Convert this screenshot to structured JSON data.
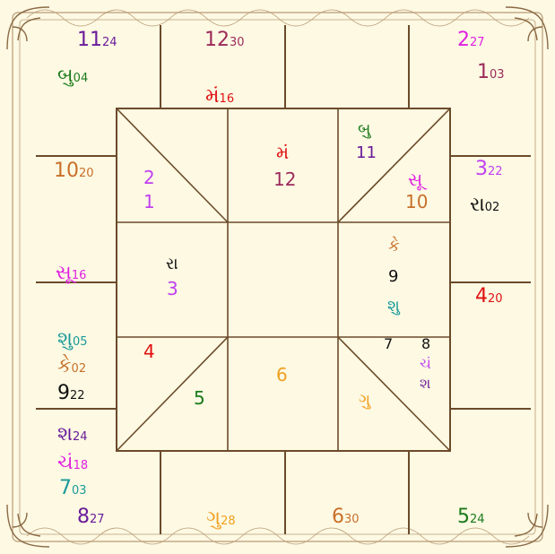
{
  "colors": {
    "background": "#fdf9e3",
    "line": "#6b4b2a",
    "border_ornament": "#b89a74"
  },
  "outer": [
    {
      "name": "house11",
      "main": "11",
      "sub": "24",
      "color": "#6a1b9a"
    },
    {
      "name": "budh-outer",
      "main": "બુ",
      "sub": "04",
      "color": "#1b7a1b"
    },
    {
      "name": "house12",
      "main": "12",
      "sub": "30",
      "color": "#9c2a5a"
    },
    {
      "name": "mangal-outer",
      "main": "મં",
      "sub": "16",
      "color": "#e01010"
    },
    {
      "name": "house2",
      "main": "2",
      "sub": "27",
      "color": "#e020e0"
    },
    {
      "name": "house1-outer",
      "main": "1",
      "sub": "03",
      "color": "#9c2a5a"
    },
    {
      "name": "house10",
      "main": "10",
      "sub": "20",
      "color": "#c8702a"
    },
    {
      "name": "surya-outer",
      "main": "સૂ",
      "sub": "16",
      "color": "#e020e0"
    },
    {
      "name": "house3-outer",
      "main": "3",
      "sub": "22",
      "color": "#c040f0"
    },
    {
      "name": "rahu-outer",
      "main": "રા",
      "sub": "02",
      "color": "#111111"
    },
    {
      "name": "house4-outer",
      "main": "4",
      "sub": "20",
      "color": "#e01010"
    },
    {
      "name": "shukra-outer",
      "main": "શુ",
      "sub": "05",
      "color": "#1a9a9a"
    },
    {
      "name": "ketu-outer",
      "main": "કે",
      "sub": "02",
      "color": "#c8702a"
    },
    {
      "name": "house9",
      "main": "9",
      "sub": "22",
      "color": "#111111"
    },
    {
      "name": "shani-outer",
      "main": "શ",
      "sub": "24",
      "color": "#6a1b9a"
    },
    {
      "name": "chandra-outer",
      "main": "ચં",
      "sub": "18",
      "color": "#e020e0"
    },
    {
      "name": "house7",
      "main": "7",
      "sub": "03",
      "color": "#1a9a9a"
    },
    {
      "name": "house8",
      "main": "8",
      "sub": "27",
      "color": "#6a1b9a"
    },
    {
      "name": "guru-outer",
      "main": "ગુ",
      "sub": "28",
      "color": "#f0a020"
    },
    {
      "name": "house6-outer",
      "main": "6",
      "sub": "30",
      "color": "#c8702a"
    },
    {
      "name": "house5-outer",
      "main": "5",
      "sub": "24",
      "color": "#1b7a1b"
    }
  ],
  "chart": [
    {
      "name": "planet-mangal-h12",
      "text": "મં",
      "color": "#e01010"
    },
    {
      "name": "house-num-12",
      "text": "12",
      "color": "#9c2a5a"
    },
    {
      "name": "planet-budh-h11",
      "text": "બુ",
      "color": "#1b7a1b"
    },
    {
      "name": "house-num-11",
      "text": "11",
      "color": "#6a1b9a"
    },
    {
      "name": "planet-surya-h10",
      "text": "સૂ",
      "color": "#e020e0"
    },
    {
      "name": "house-num-10",
      "text": "10",
      "color": "#c8702a"
    },
    {
      "name": "house-num-2",
      "text": "2",
      "color": "#c040f0"
    },
    {
      "name": "house-num-1",
      "text": "1",
      "color": "#c040f0"
    },
    {
      "name": "planet-rahu-h3",
      "text": "રા",
      "color": "#111111"
    },
    {
      "name": "house-num-3",
      "text": "3",
      "color": "#c040f0"
    },
    {
      "name": "planet-ketu-h9",
      "text": "કે",
      "color": "#c8702a"
    },
    {
      "name": "house-num-9",
      "text": "9",
      "color": "#111111"
    },
    {
      "name": "planet-shukra-h9",
      "text": "શુ",
      "color": "#1a9a9a"
    },
    {
      "name": "house-num-4",
      "text": "4",
      "color": "#e01010"
    },
    {
      "name": "house-num-5",
      "text": "5",
      "color": "#1b7a1b"
    },
    {
      "name": "house-num-6",
      "text": "6",
      "color": "#f0a020"
    },
    {
      "name": "house-num-7",
      "text": "7",
      "color": "#111111"
    },
    {
      "name": "house-num-8",
      "text": "8",
      "color": "#111111"
    },
    {
      "name": "planet-chandra-h8",
      "text": "ચં",
      "color": "#c040f0"
    },
    {
      "name": "planet-shani-h8",
      "text": "શ",
      "color": "#6a1b9a"
    },
    {
      "name": "planet-guru-h7",
      "text": "ગુ",
      "color": "#f0a020"
    }
  ]
}
